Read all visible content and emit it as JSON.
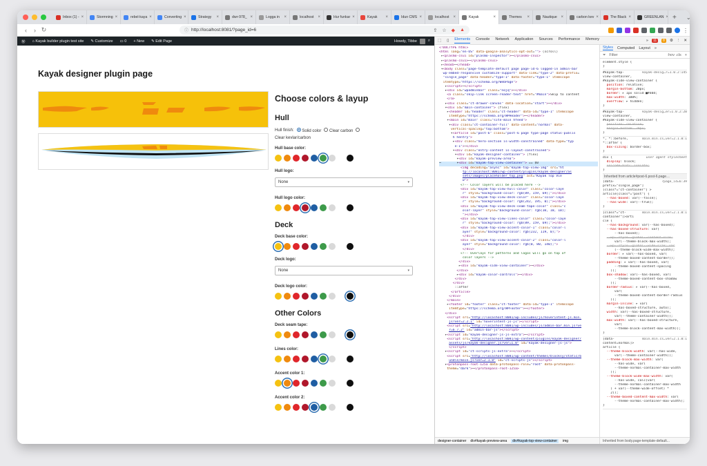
{
  "browser": {
    "tabs": [
      {
        "label": "Inbox (1) -",
        "color": "#d93025"
      },
      {
        "label": "Stormning",
        "color": "#4285f4"
      },
      {
        "label": "rebel-kaya",
        "color": "#4285f4"
      },
      {
        "label": "Converting",
        "color": "#4285f4"
      },
      {
        "label": "Strategy",
        "color": "#1a73e8"
      },
      {
        "label": "dwr-978_",
        "color": "#777777"
      },
      {
        "label": "Logga in",
        "color": "#999999"
      },
      {
        "label": "localhost",
        "color": "#777777"
      },
      {
        "label": "Hur funkar",
        "color": "#333333"
      },
      {
        "label": "Kayak",
        "color": "#e8453c"
      },
      {
        "label": "Idun CMS",
        "color": "#1a73e8"
      },
      {
        "label": "localhost",
        "color": "#999999"
      },
      {
        "label": "Kayak",
        "color": "#777777",
        "active": true
      },
      {
        "label": "Themes",
        "color": "#777777"
      },
      {
        "label": "Nautique",
        "color": "#777777"
      },
      {
        "label": "carbon kev",
        "color": "#777777"
      },
      {
        "label": "The Black",
        "color": "#d93025"
      },
      {
        "label": "GREENLAN",
        "color": "#333333"
      }
    ],
    "url": "http://localhost:8081/?page_id=6"
  },
  "wpbar": {
    "site": "Kayak builder plugin test site",
    "customize": "Customize",
    "comments": "0",
    "new": "New",
    "edit": "Edit Page",
    "howdy": "Howdy, Tibbe"
  },
  "page": {
    "title": "Kayak designer plugin page",
    "heading": "Choose colors & layup",
    "hull": {
      "title": "Hull",
      "finish_label": "Hull finish:",
      "finish_options": [
        "Solid color",
        "Clear carbon",
        "Clear kevlar/carbon"
      ],
      "base_label": "Hull base color:",
      "logo_label": "Hull logo:",
      "logo_value": "None",
      "logo_color_label": "Hull logo color:"
    },
    "deck": {
      "title": "Deck",
      "base_label": "Deck base color:",
      "logo_label": "Deck logo:",
      "logo_value": "None",
      "logo_color_label": "Deck logo color:"
    },
    "other": {
      "title": "Other Colors",
      "seam_label": "Deck seam tape:",
      "lines_label": "Lines color:",
      "accent1_label": "Accent color 1:",
      "accent2_label": "Accent color 2:"
    },
    "palette": [
      "#f5c211",
      "#ef8a0e",
      "#e0262b",
      "#b0172b",
      "#1f5ea3",
      "#3d9a4a",
      "#d9d9d9",
      "#ffffff",
      "#0f0f0f"
    ]
  },
  "devtools": {
    "tabs": [
      "Elements",
      "Console",
      "Network",
      "Application",
      "Sources",
      "Performance",
      "Memory"
    ],
    "errors": "11",
    "warnings": "8",
    "styles_tabs": [
      "Styles",
      "Computed",
      "Layout"
    ],
    "filter": "Filter",
    "filter_right": ":hov .cls",
    "crumbs": [
      "designer-container",
      "div#kayak-preview-area",
      "div#kayak-top-view-container",
      "img"
    ],
    "right_crumb": "Inherited from body.page-template-default..."
  }
}
